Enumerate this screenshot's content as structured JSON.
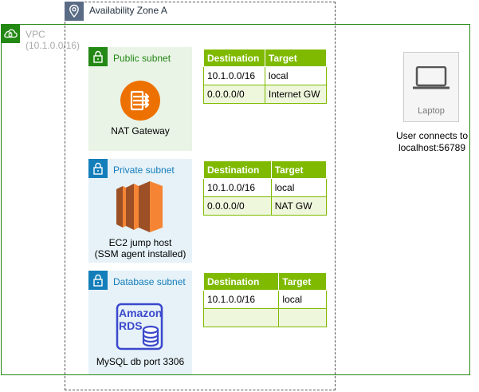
{
  "availability_zone": {
    "label": "Availability Zone A"
  },
  "vpc": {
    "title": "VPC",
    "cidr": "(10.1.0.0/16)"
  },
  "subnets": [
    {
      "label": "Public subnet",
      "icon": "lock-icon",
      "resource": "NAT Gateway",
      "resource_icon": "nat-gateway-icon"
    },
    {
      "label": "Private subnet",
      "icon": "lock-icon",
      "resource_line1": "EC2 jump host",
      "resource_line2": "(SSM agent installed)",
      "resource_icon": "ec2-icon"
    },
    {
      "label": "Database subnet",
      "icon": "lock-icon",
      "resource": "MySQL db port 3306",
      "resource_icon": "amazon-rds-icon",
      "icon_text_1": "Amazon",
      "icon_text_2": "RDS"
    }
  ],
  "route_tables": [
    {
      "headers": [
        "Destination",
        "Target"
      ],
      "rows": [
        [
          "10.1.0.0/16",
          "local"
        ],
        [
          "0.0.0.0/0",
          "Internet GW"
        ]
      ]
    },
    {
      "headers": [
        "Destination",
        "Target"
      ],
      "rows": [
        [
          "10.1.0.0/16",
          "local"
        ],
        [
          "0.0.0.0/0",
          "NAT GW"
        ]
      ]
    },
    {
      "headers": [
        "Destination",
        "Target"
      ],
      "rows": [
        [
          "10.1.0.0/16",
          "local"
        ],
        [
          "",
          ""
        ]
      ]
    }
  ],
  "laptop": {
    "label": "Laptop",
    "caption_line1": "User connects to",
    "caption_line2": "localhost:56789"
  },
  "colors": {
    "vpc_green": "#248814",
    "subnet_blue": "#147eba",
    "table_green": "#7fba00",
    "aws_orange": "#ed7100",
    "rds_blue": "#3b48cc"
  }
}
